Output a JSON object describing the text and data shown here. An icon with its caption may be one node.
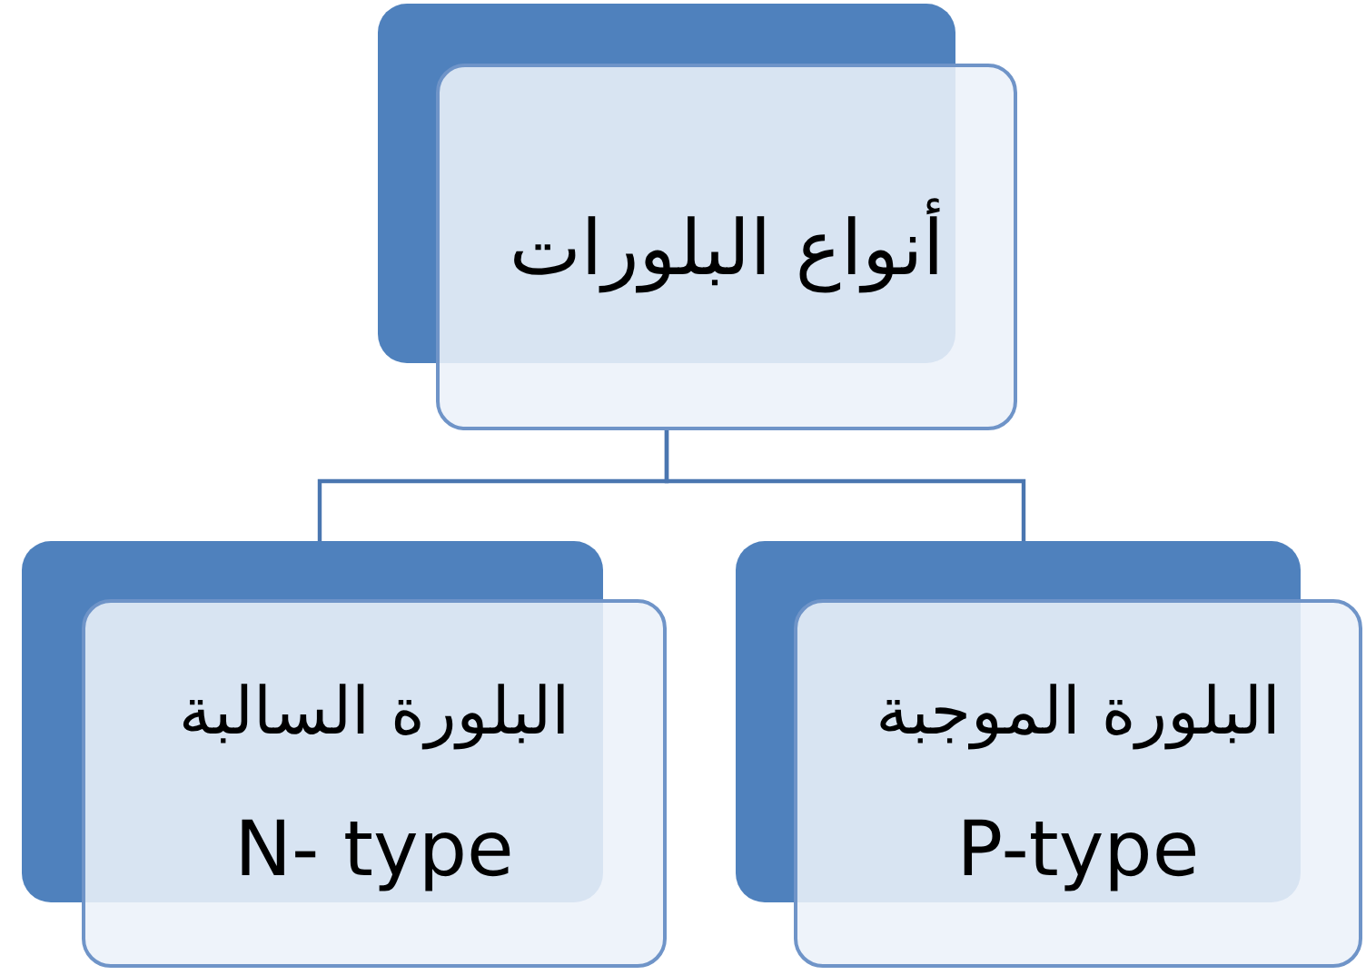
{
  "diagram": {
    "nodes": [
      {
        "text": [
          "أنواع البلورات"
        ]
      },
      {
        "text": [
          "البلورة السالبة",
          "N- type"
        ]
      },
      {
        "text": [
          "البلورة الموجبة",
          "P-type"
        ]
      }
    ],
    "edges": [
      {
        "from": 0,
        "to": 1,
        "arrow": "none"
      },
      {
        "from": 0,
        "to": 2,
        "arrow": "none"
      }
    ]
  }
}
